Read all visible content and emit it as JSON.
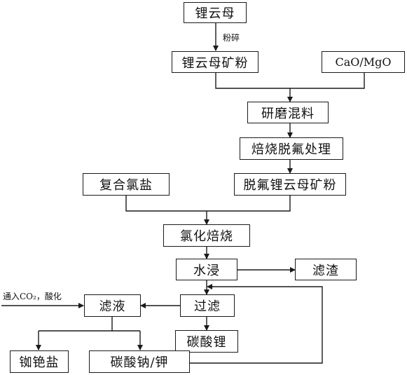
{
  "nodes": {
    "lepidolite": "锂云母",
    "lepidolite_powder": "锂云母矿粉",
    "cao_mgo": "CaO/MgO",
    "grind_mix": "研磨混料",
    "roast_defluorinate": "焙烧脱氟处理",
    "defluorinated_powder": "脱氟锂云母矿粉",
    "complex_chloride": "复合氯盐",
    "chlorination_roast": "氯化焙烧",
    "water_leach": "水浸",
    "filter_residue": "滤渣",
    "filtration": "过滤",
    "filtrate": "滤液",
    "lithium_carbonate": "碳酸锂",
    "rubidium_cesium_salt": "铷铯盐",
    "sodium_potassium_carbonate": "碳酸钠/钾"
  },
  "labels": {
    "crushing": "粉碎",
    "co2_acidify": "通入CO₂，酸化"
  }
}
